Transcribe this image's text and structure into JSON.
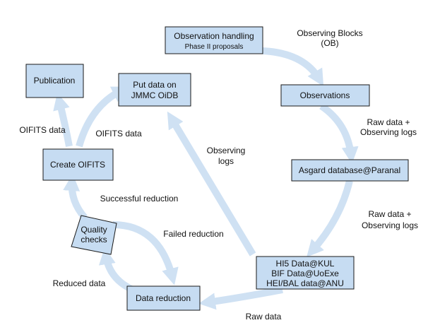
{
  "nodes": {
    "observation_handling": {
      "line1": "Observation handling",
      "line2": "Phase II proposals"
    },
    "observations": {
      "label": "Observations"
    },
    "asgard": {
      "label": "Asgard database@Paranal"
    },
    "data_sources": {
      "line1": "HI5 Data@KUL",
      "line2": "BIF Data@UoExe",
      "line3": "HEI/BAL data@ANU"
    },
    "data_reduction": {
      "label": "Data reduction"
    },
    "quality_checks": {
      "line1": "Quality",
      "line2": "checks"
    },
    "create_oifits": {
      "label": "Create OIFITS"
    },
    "publication": {
      "label": "Publication"
    },
    "oidb": {
      "line1": "Put data on",
      "line2": "JMMC OiDB"
    }
  },
  "edges": {
    "observing_blocks": {
      "line1": "Observing Blocks",
      "line2": "(OB)"
    },
    "raw_logs_1": {
      "line1": "Raw data +",
      "line2": "Observing logs"
    },
    "raw_logs_2": {
      "line1": "Raw data +",
      "line2": "Observing logs"
    },
    "raw_data": {
      "label": "Raw data"
    },
    "reduced_data": {
      "label": "Reduced data"
    },
    "failed_reduction": {
      "label": "Failed reduction"
    },
    "successful_reduction": {
      "label": "Successful reduction"
    },
    "oifits_left": {
      "label": "OIFITS data"
    },
    "oifits_right": {
      "label": "OIFITS data"
    },
    "observing_logs": {
      "line1": "Observing",
      "line2": "logs"
    }
  },
  "colors": {
    "box_fill": "#c6dcf2",
    "arrow_fill": "#cfe1f3",
    "stroke": "#1a1a1a"
  }
}
